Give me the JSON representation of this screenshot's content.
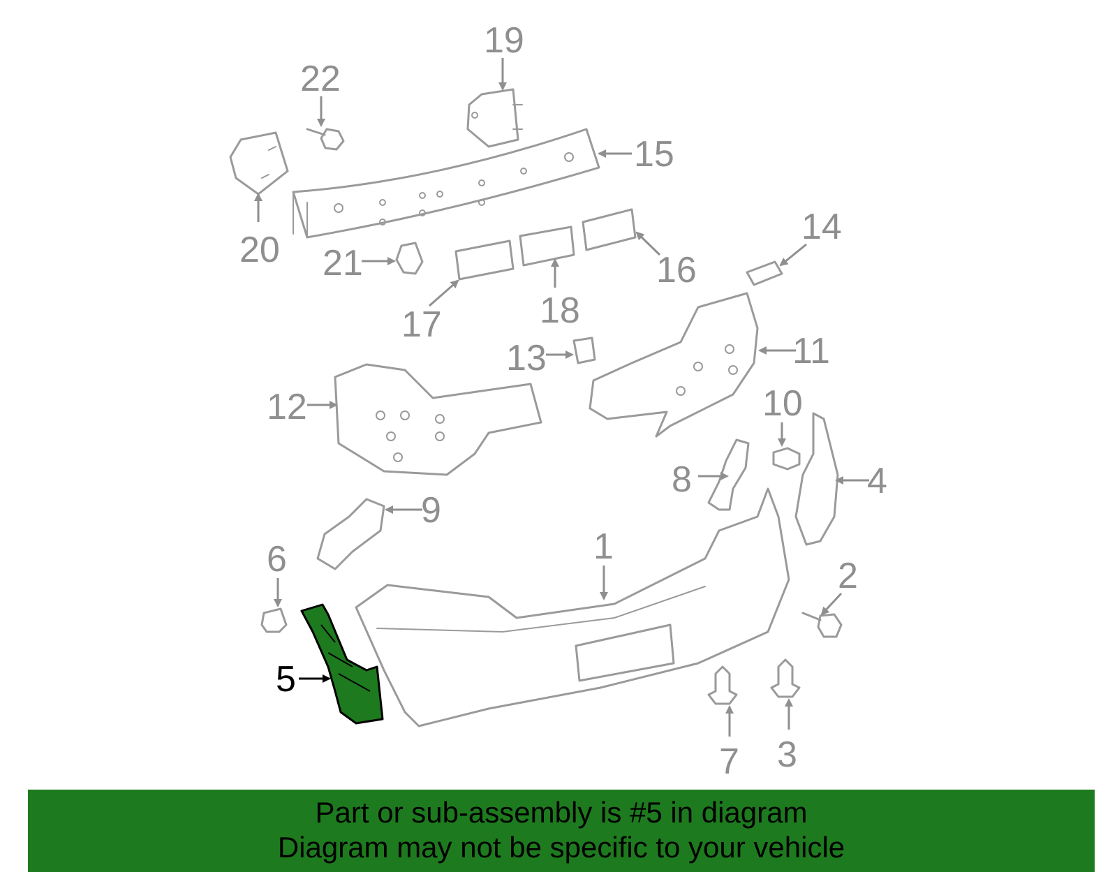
{
  "callouts": [
    "1",
    "2",
    "3",
    "4",
    "5",
    "6",
    "7",
    "8",
    "9",
    "10",
    "11",
    "12",
    "13",
    "14",
    "15",
    "16",
    "17",
    "18",
    "19",
    "20",
    "21",
    "22"
  ],
  "highlighted_part": "5",
  "colors": {
    "highlight": "#1e7a1e",
    "line": "#9a9a9a",
    "banner": "#1e7a1e"
  },
  "banner": {
    "line1": "Part or sub-assembly is #5 in diagram",
    "line2": "Diagram may not be specific to your vehicle"
  }
}
